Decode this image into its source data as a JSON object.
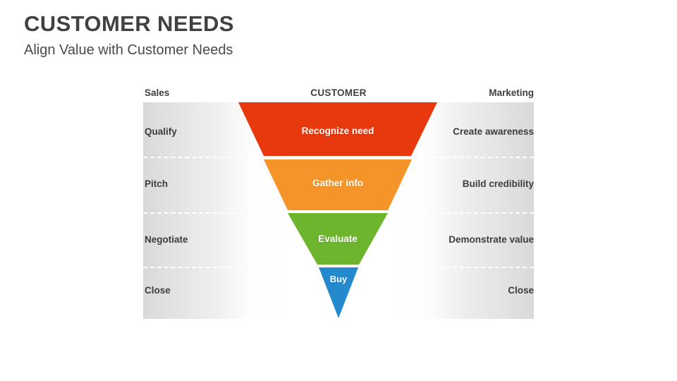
{
  "title": "CUSTOMER NEEDS",
  "subtitle": "Align Value with Customer Needs",
  "headers": {
    "left": "Sales",
    "center": "CUSTOMER",
    "right": "Marketing"
  },
  "colors": {
    "stage_1": "#E8380D",
    "stage_2": "#F59428",
    "stage_3": "#6CB52D",
    "stage_4": "#2589CE",
    "title_text": "#414141",
    "label_text": "#3d3d3d",
    "panel_gray": "#d9d9d9",
    "divider": "#ffffff"
  },
  "chart_data": {
    "type": "funnel",
    "title": "CUSTOMER NEEDS",
    "subtitle": "Align Value with Customer Needs",
    "column_headers": [
      "Sales",
      "CUSTOMER",
      "Marketing"
    ],
    "stages": [
      {
        "index": 1,
        "sales": "Qualify",
        "customer": "Recognize need",
        "marketing": "Create awareness",
        "color": "#E8380D",
        "top_width": 282,
        "bottom_width": 210
      },
      {
        "index": 2,
        "sales": "Pitch",
        "customer": "Gather info",
        "marketing": "Build credibility",
        "color": "#F59428",
        "top_width": 210,
        "bottom_width": 142
      },
      {
        "index": 3,
        "sales": "Negotiate",
        "customer": "Evaluate",
        "marketing": "Demonstrate value",
        "color": "#6CB52D",
        "top_width": 142,
        "bottom_width": 58
      },
      {
        "index": 4,
        "sales": "Close",
        "customer": "Buy",
        "marketing": "Close",
        "color": "#2589CE",
        "top_width": 58,
        "bottom_width": 0
      }
    ]
  }
}
